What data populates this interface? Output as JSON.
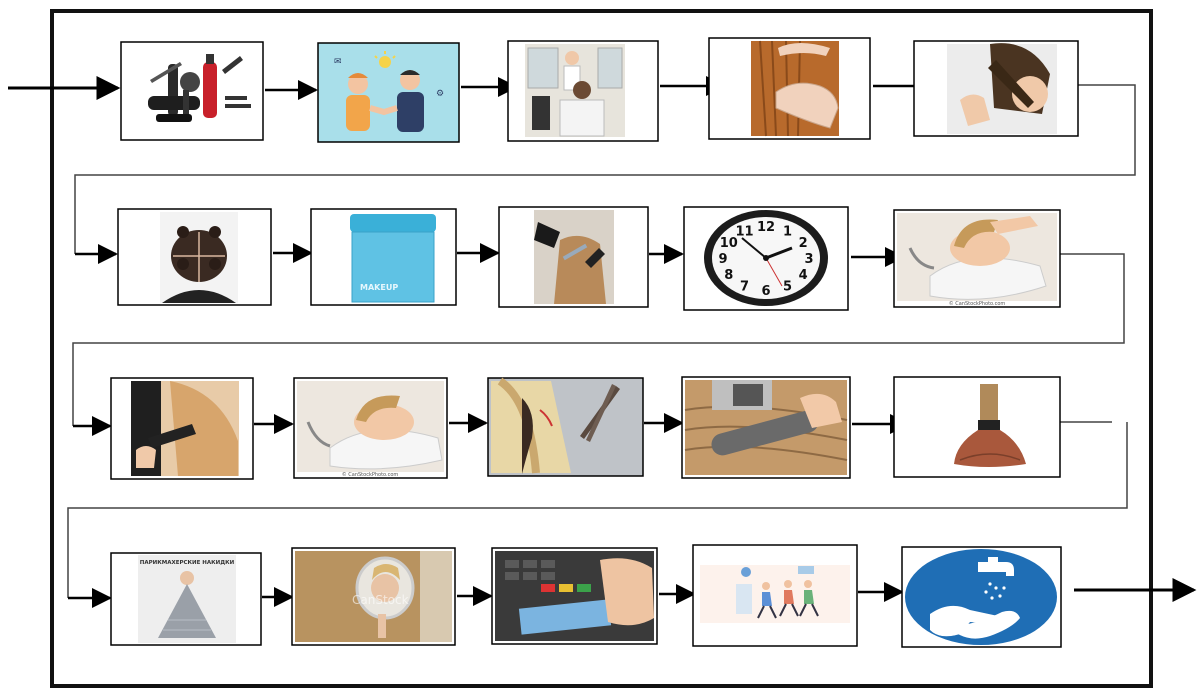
{
  "diagram": {
    "rows": [
      {
        "steps": [
          {
            "icon": "hair-tools-icon"
          },
          {
            "icon": "handshake-consultation-icon"
          },
          {
            "icon": "salon-client-seated-icon"
          },
          {
            "icon": "hair-examination-icon"
          },
          {
            "icon": "hair-strand-check-icon"
          }
        ]
      },
      {
        "steps": [
          {
            "icon": "hair-sectioning-icon"
          },
          {
            "icon": "color-product-jar-icon",
            "label": "MAKEUP"
          },
          {
            "icon": "color-application-gloves-icon"
          },
          {
            "icon": "wall-clock-icon",
            "clock_numbers": [
              "12",
              "1",
              "2",
              "3",
              "4",
              "5",
              "6",
              "7",
              "8",
              "9",
              "10",
              "11"
            ]
          },
          {
            "icon": "hair-wash-basin-icon",
            "caption": "© CanStockPhoto.com"
          }
        ]
      },
      {
        "steps": [
          {
            "icon": "tint-brush-application-icon"
          },
          {
            "icon": "hair-rinse-basin-icon",
            "caption": "© CanStockPhoto.com"
          },
          {
            "icon": "hair-trim-scissors-icon"
          },
          {
            "icon": "blow-dry-round-brush-icon"
          },
          {
            "icon": "neck-duster-brush-icon"
          }
        ]
      },
      {
        "steps": [
          {
            "icon": "salon-cape-icon",
            "caption": "ПАРИКМАХЕРСКИЕ НАКИДКИ"
          },
          {
            "icon": "hand-mirror-check-icon",
            "watermark": "CanStock"
          },
          {
            "icon": "card-payment-terminal-icon"
          },
          {
            "icon": "client-exit-walking-icon"
          },
          {
            "icon": "hand-washing-sign-icon"
          }
        ]
      }
    ],
    "colors": {
      "line": "#000000",
      "frame": "#111111",
      "connector": "#444444",
      "sky": "#a9dfea",
      "sign_blue": "#1f6eb5",
      "hair": "#c69a5a"
    }
  }
}
